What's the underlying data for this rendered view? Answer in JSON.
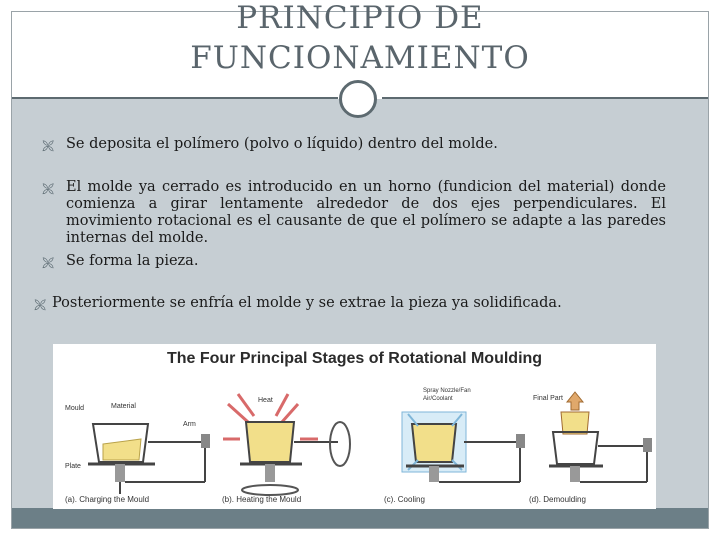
{
  "slide": {
    "title_line1": "PRINCIPIO DE",
    "title_line2": "FUNCIONAMIENTO"
  },
  "bullets": [
    {
      "text": "Se deposita el polímero (polvo o líquido) dentro del molde."
    },
    {
      "text": "El molde ya cerrado es introducido en un horno (fundicion del material) donde comienza a girar lentamente alrededor de dos ejes perpendiculares. El movimiento rotacional es el causante de que el polímero se adapte a las paredes internas del molde."
    },
    {
      "text": "Se forma la pieza."
    },
    {
      "text": "Posteriormente se enfría el molde y se extrae la pieza ya solidificada."
    }
  ],
  "figure": {
    "title": "The Four Principal Stages of Rotational Moulding",
    "stages": [
      {
        "caption": "(a). Charging the Mould",
        "labels": [
          "Mould",
          "Material",
          "Arm",
          "Plate"
        ]
      },
      {
        "caption": "(b). Heating the Mould",
        "labels": [
          "Heat"
        ]
      },
      {
        "caption": "(c). Cooling",
        "labels": [
          "Spray Nozzle/Fan",
          "Air/Coolant"
        ]
      },
      {
        "caption": "(d). Demoulding",
        "labels": [
          "Final Part"
        ]
      }
    ]
  },
  "colors": {
    "content_bg": "#c6ced3",
    "footer_bg": "#6c7f87",
    "title": "#5a656c",
    "accent_line": "#5d6a70",
    "material": "#f2df8a",
    "heat": "#d86a6a",
    "coolant": "#7fb6d8",
    "part": "#e0a86b"
  }
}
